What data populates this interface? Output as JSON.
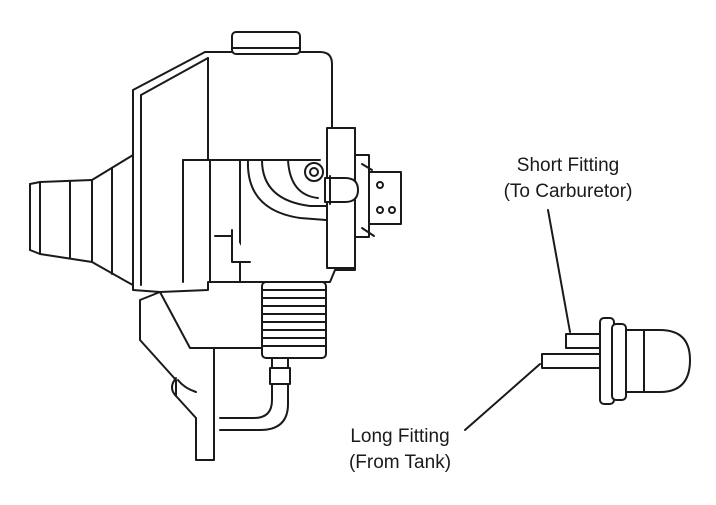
{
  "labels": {
    "short_fitting": {
      "line1": "Short Fitting",
      "line2": "(To Carburetor)"
    },
    "long_fitting": {
      "line1": "Long Fitting",
      "line2": "(From Tank)"
    }
  },
  "colors": {
    "stroke": "#1a1a1a",
    "fill": "#ffffff",
    "background": "#ffffff"
  }
}
